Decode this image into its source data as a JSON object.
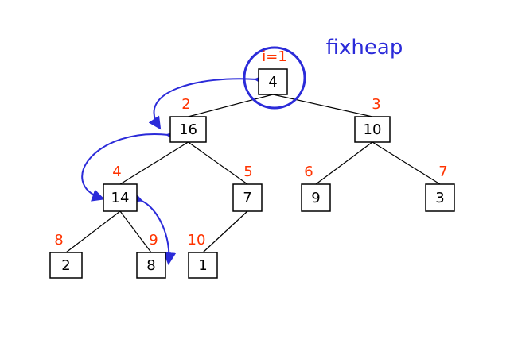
{
  "title": "fixheap",
  "root_marker": "i=1",
  "colors": {
    "accent": "#2b2bd9",
    "index": "#ff3300",
    "box_border": "#000000",
    "edge": "#000000"
  },
  "nodes": [
    {
      "id": "n1",
      "value": "4",
      "index": ""
    },
    {
      "id": "n2",
      "value": "16",
      "index": "2"
    },
    {
      "id": "n3",
      "value": "10",
      "index": "3"
    },
    {
      "id": "n4",
      "value": "14",
      "index": "4"
    },
    {
      "id": "n5",
      "value": "7",
      "index": "5"
    },
    {
      "id": "n6",
      "value": "9",
      "index": "6"
    },
    {
      "id": "n7",
      "value": "3",
      "index": "7"
    },
    {
      "id": "n8",
      "value": "2",
      "index": "8"
    },
    {
      "id": "n9",
      "value": "8",
      "index": "9"
    },
    {
      "id": "n10",
      "value": "1",
      "index": "10"
    }
  ],
  "edges": [
    [
      "n1",
      "n2"
    ],
    [
      "n1",
      "n3"
    ],
    [
      "n2",
      "n4"
    ],
    [
      "n2",
      "n5"
    ],
    [
      "n3",
      "n6"
    ],
    [
      "n3",
      "n7"
    ],
    [
      "n4",
      "n8"
    ],
    [
      "n4",
      "n9"
    ],
    [
      "n5",
      "n10"
    ]
  ],
  "swap_arrows": [
    {
      "from": "n1",
      "to": "n2"
    },
    {
      "from": "n2",
      "to": "n4"
    },
    {
      "from": "n4",
      "to": "n9"
    }
  ]
}
